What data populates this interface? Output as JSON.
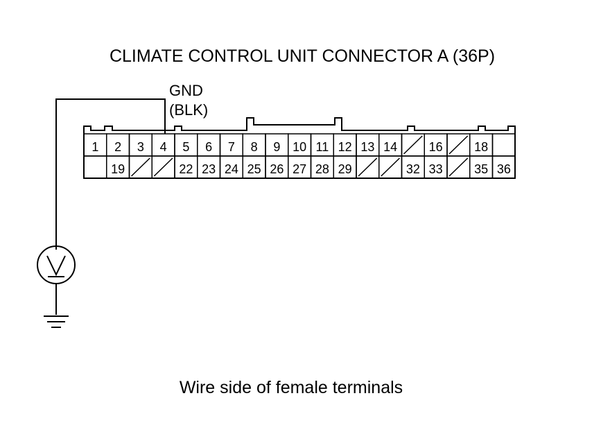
{
  "diagram": {
    "title": "CLIMATE CONTROL UNIT CONNECTOR A (36P)",
    "wire_label_1": "GND",
    "wire_label_2": "(BLK)",
    "caption": "Wire side of female terminals",
    "meter_icon": "voltmeter-icon",
    "ground_icon": "ground-icon",
    "connector": {
      "top_row": [
        "1",
        "2",
        "3",
        "4",
        "5",
        "6",
        "7",
        "8",
        "9",
        "10",
        "11",
        "12",
        "13",
        "14",
        "",
        "16",
        "",
        "18",
        ""
      ],
      "bottom_row": [
        "",
        "19",
        "",
        "",
        "22",
        "23",
        "24",
        "25",
        "26",
        "27",
        "28",
        "29",
        "",
        "",
        "32",
        "33",
        "",
        "35",
        "36"
      ]
    }
  }
}
